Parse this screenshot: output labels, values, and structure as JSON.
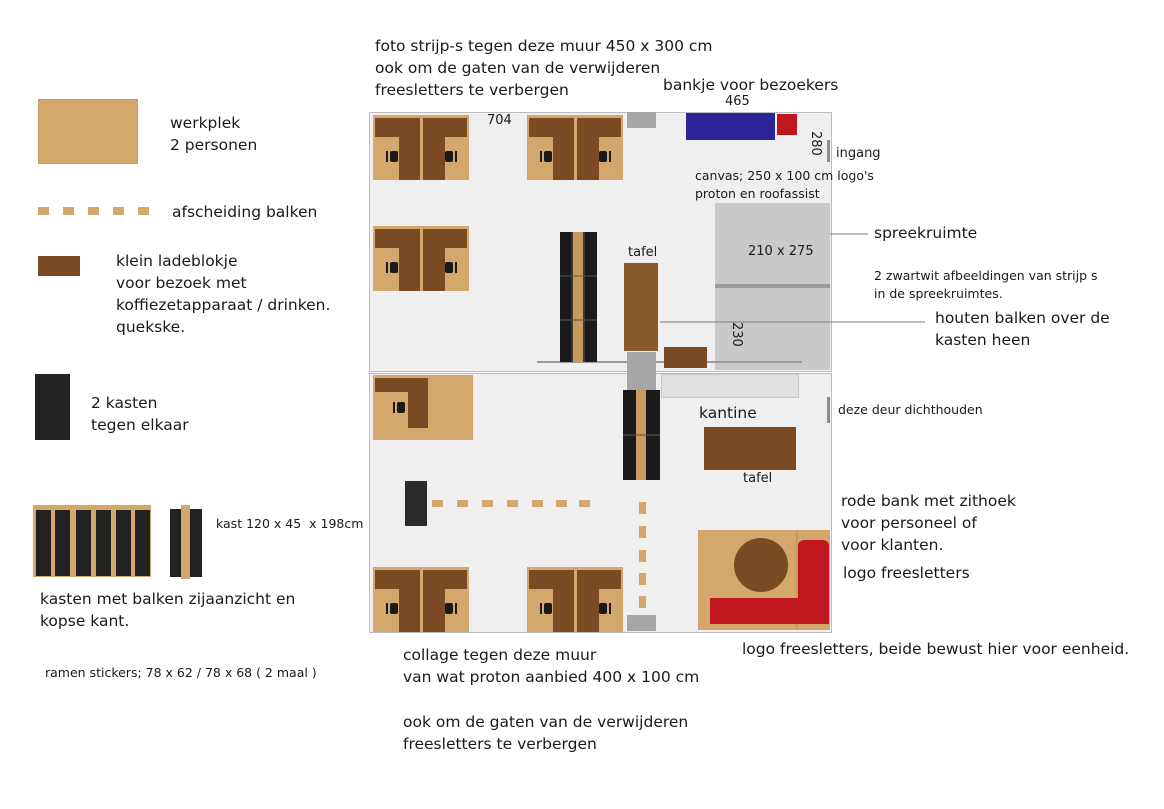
{
  "legend": {
    "werkplek": "werkplek\n2 personen",
    "balken": "afscheiding balken",
    "ladeblok": "klein ladeblokje\nvoor bezoek met\nkoffiezetapparaat / drinken.\nquekske.",
    "kasten": "2 kasten\ntegen elkaar",
    "kast_dims": "kast 120 x 45  x 198cm",
    "kasten_balken": "kasten met balken zijaanzicht en\nkopse kant.",
    "ramen": "ramen stickers; 78 x 62 / 78 x 68 ( 2 maal )"
  },
  "annotations": {
    "foto_strip": "foto strijp-s tegen deze muur 450 x 300 cm\nook om de gaten van de verwijderen\nfreesletters te verbergen",
    "bankje": "bankje voor bezoekers",
    "ingang": "ingang",
    "canvas": "canvas; 250 x 100 cm logo's\nproton en roofassist",
    "spreekruimte": "spreekruimte",
    "afbeeldingen": "2 zwartwit afbeeldingen van strijp s\nin de spreekruimtes.",
    "houten_balken": "houten balken over de\nkasten heen",
    "deur": "deze deur dichthouden",
    "rode_bank": "rode bank met zithoek\nvoor personeel of\nvoor klanten.",
    "logo1": "logo freesletters",
    "logo2": "logo freesletters, beide bewust hier voor eenheid.",
    "collage": "collage tegen deze muur\nvan wat proton aanbied 400 x 100 cm",
    "collage2": "ook om de gaten van de verwijderen\nfreesletters te verbergen"
  },
  "plan": {
    "dim_704": "704",
    "dim_465": "465",
    "dim_280": "280",
    "dim_210x275": "210 x 275",
    "dim_230": "230",
    "tafel_top": "tafel",
    "kantine": "kantine",
    "tafel_kantine": "tafel"
  },
  "colors": {
    "werkplek": "#d4a86c",
    "ladeblok": "#7b4a22",
    "kast": "#222222",
    "bankje": "#2b2597",
    "rode_bank": "#c0161f",
    "spreekruimte": "#c9c9c9",
    "floor": "#efefef"
  }
}
